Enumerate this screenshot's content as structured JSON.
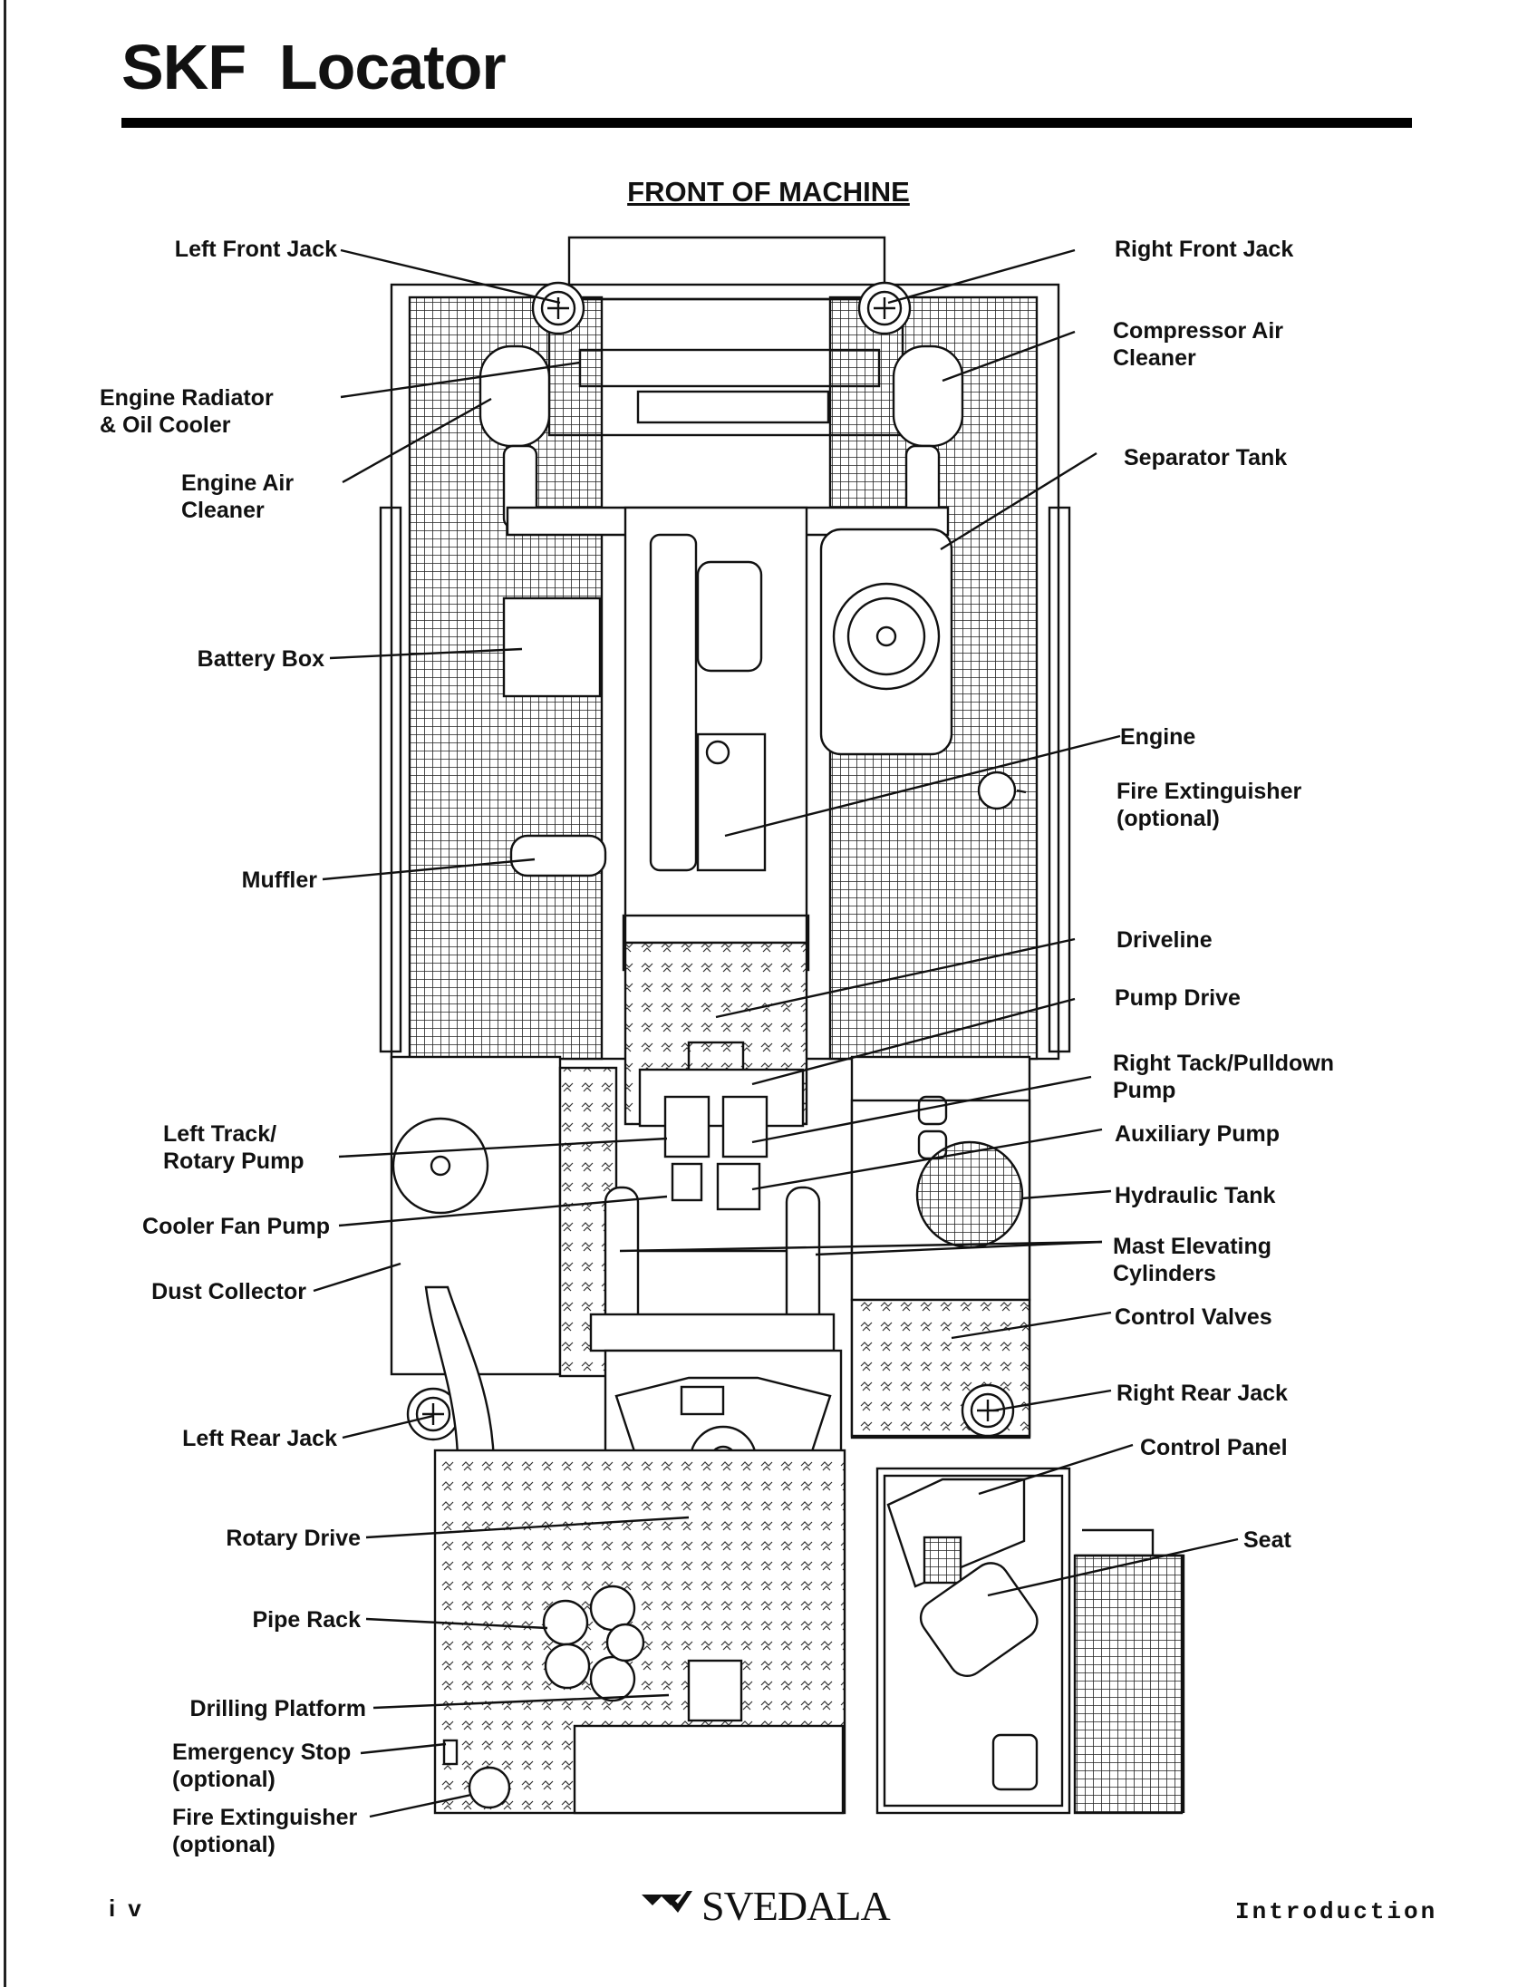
{
  "header": {
    "title": "SKF  Locator"
  },
  "diagram": {
    "heading": "FRONT OF MACHINE",
    "labels": {
      "left_front_jack": "Left Front Jack",
      "engine_radiator": "Engine Radiator\n& Oil Cooler",
      "engine_air_cleaner": "Engine Air\nCleaner",
      "battery_box": "Battery Box",
      "muffler": "Muffler",
      "left_track_rotary_pump": "Left Track/\nRotary Pump",
      "cooler_fan_pump": "Cooler Fan Pump",
      "dust_collector": "Dust Collector",
      "left_rear_jack": "Left Rear Jack",
      "rotary_drive": "Rotary Drive",
      "pipe_rack": "Pipe Rack",
      "drilling_platform": "Drilling Platform",
      "emergency_stop": "Emergency Stop\n(optional)",
      "fire_extinguisher_left": "Fire Extinguisher\n(optional)",
      "right_front_jack": "Right Front Jack",
      "compressor_air_cleaner": "Compressor Air\nCleaner",
      "separator_tank": "Separator Tank",
      "engine": "Engine",
      "fire_extinguisher_right": "Fire Extinguisher\n(optional)",
      "driveline": "Driveline",
      "pump_drive": "Pump Drive",
      "right_tack_pulldown_pump": "Right Tack/Pulldown\nPump",
      "auxiliary_pump": "Auxiliary Pump",
      "hydraulic_tank": "Hydraulic Tank",
      "mast_elevating_cylinders": "Mast Elevating\nCylinders",
      "control_valves": "Control Valves",
      "right_rear_jack": "Right Rear Jack",
      "control_panel": "Control Panel",
      "seat": "Seat"
    }
  },
  "footer": {
    "page_number": "iv",
    "brand": "SVEDALA",
    "section": "Introduction"
  }
}
